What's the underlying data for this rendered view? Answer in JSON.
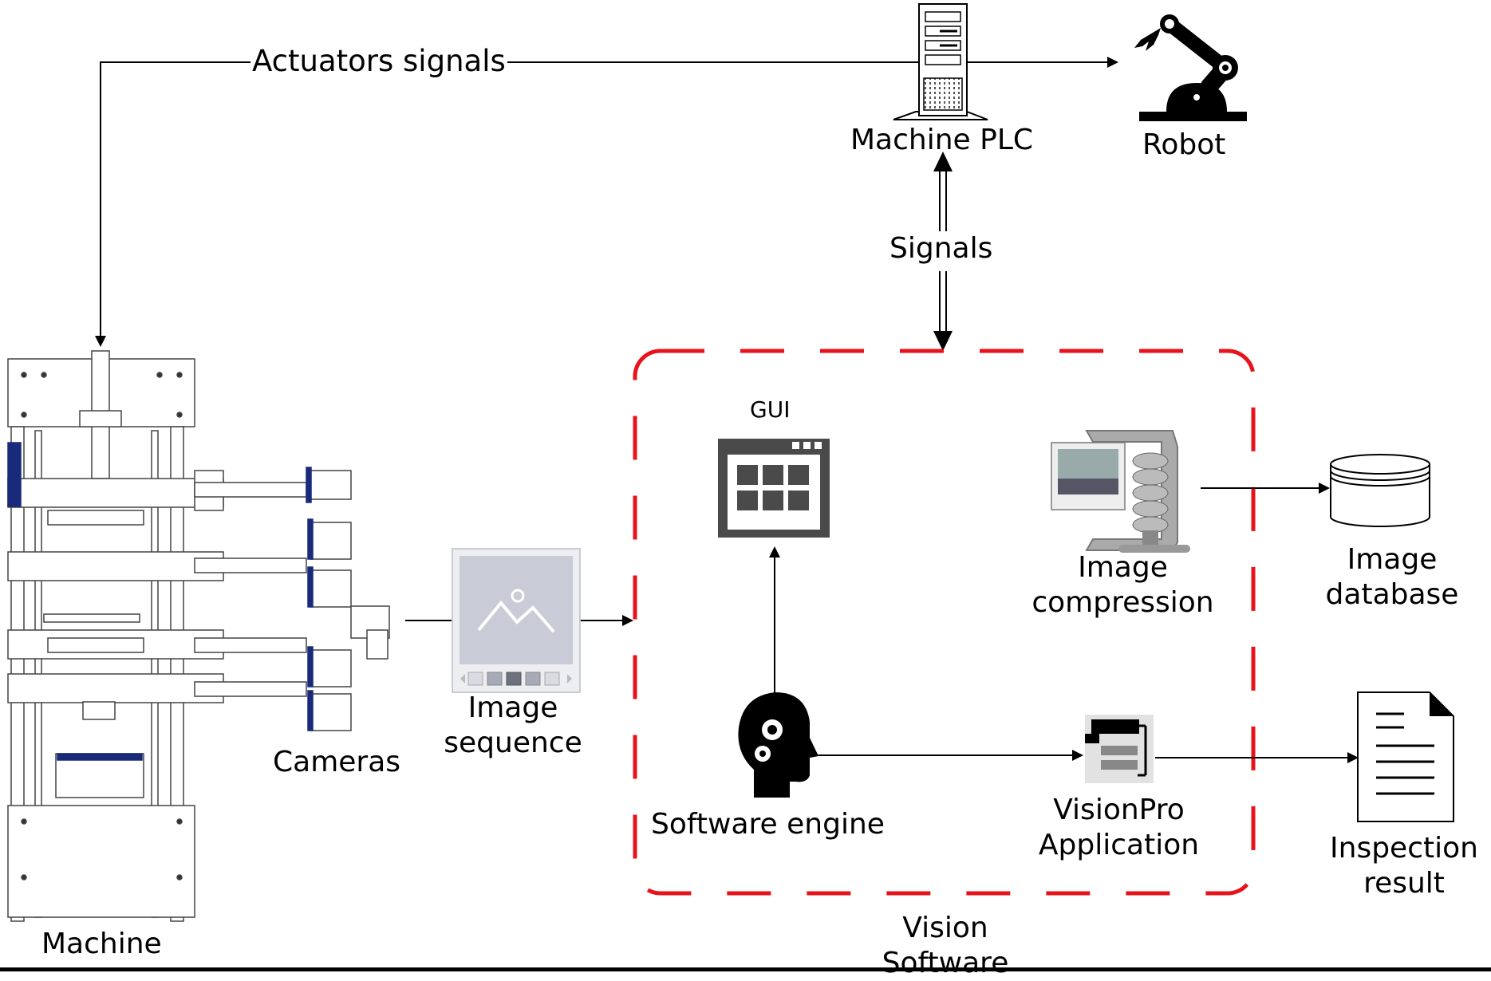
{
  "labels": {
    "actuators_signals": "Actuators signals",
    "machine_plc": "Machine PLC",
    "robot": "Robot",
    "signals": "Signals",
    "gui": "GUI",
    "image_compression_line1": "Image",
    "image_compression_line2": "compression",
    "image_database_line1": "Image",
    "image_database_line2": "database",
    "image_sequence_line1": "Image",
    "image_sequence_line2": "sequence",
    "cameras": "Cameras",
    "software_engine": "Software engine",
    "visionpro_line1": "VisionPro",
    "visionpro_line2": "Application",
    "inspection_line1": "Inspection",
    "inspection_line2": "result",
    "machine": "Machine",
    "vision_software_line1": "Vision",
    "vision_software_line2": "Software"
  },
  "colors": {
    "boundary": "#e8121b",
    "line": "#000000",
    "icon_dark": "#4a4a4a",
    "machine_accent": "#1a2a7a"
  },
  "icons": [
    "server-icon",
    "robot-arm-icon",
    "gui-window-icon",
    "compression-vise-icon",
    "database-icon",
    "image-placeholder-icon",
    "head-gears-icon",
    "visionpro-icon",
    "document-icon",
    "camera-icon",
    "machine-drawing"
  ]
}
